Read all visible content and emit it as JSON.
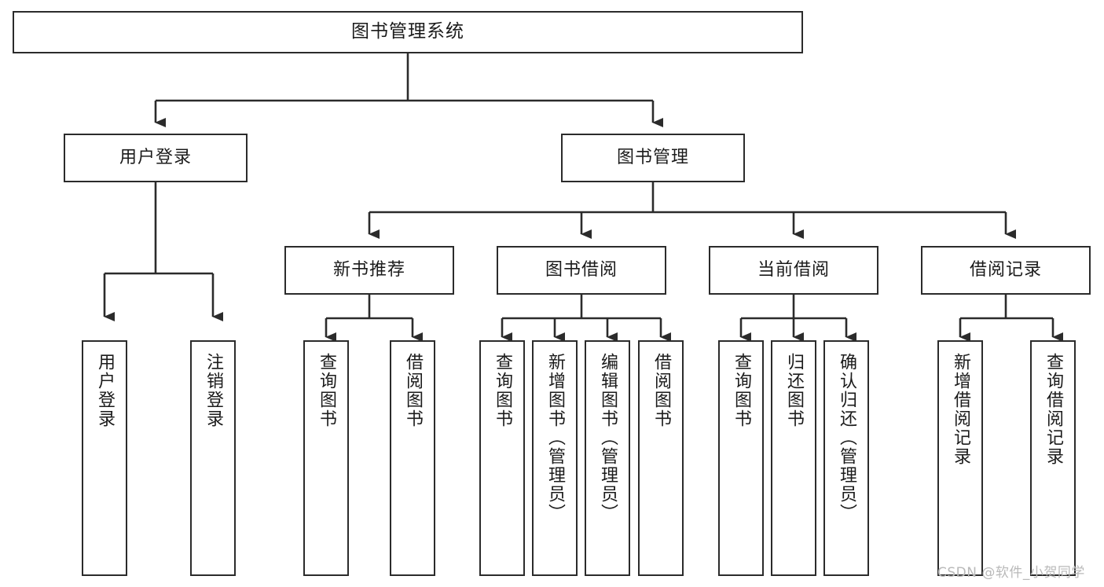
{
  "diagram": {
    "title": "图书管理系统",
    "type": "tree",
    "root": {
      "label": "图书管理系统"
    },
    "level2": [
      {
        "label": "用户登录"
      },
      {
        "label": "图书管理"
      }
    ],
    "level3": [
      {
        "label": "新书推荐",
        "parent": "图书管理"
      },
      {
        "label": "图书借阅",
        "parent": "图书管理"
      },
      {
        "label": "当前借阅",
        "parent": "图书管理"
      },
      {
        "label": "借阅记录",
        "parent": "图书管理"
      }
    ],
    "leaves": {
      "user_login": [
        {
          "label": "用户登录"
        },
        {
          "label": "注销登录"
        }
      ],
      "new_book_recommend": [
        {
          "label": "查询图书"
        },
        {
          "label": "借阅图书"
        }
      ],
      "book_borrow": [
        {
          "label": "查询图书"
        },
        {
          "label": "新增图书（管理员）"
        },
        {
          "label": "编辑图书（管理员）"
        },
        {
          "label": "借阅图书"
        }
      ],
      "current_borrow": [
        {
          "label": "查询图书"
        },
        {
          "label": "归还图书"
        },
        {
          "label": "确认归还（管理员）"
        }
      ],
      "borrow_record": [
        {
          "label": "新增借阅记录"
        },
        {
          "label": "查询借阅记录"
        }
      ]
    },
    "watermark": "CSDN @软件_小贺同学",
    "colors": {
      "stroke": "#2b2b2b",
      "fill": "#ffffff",
      "text": "#1b1b1b",
      "watermark": "#b9b9b9"
    }
  }
}
